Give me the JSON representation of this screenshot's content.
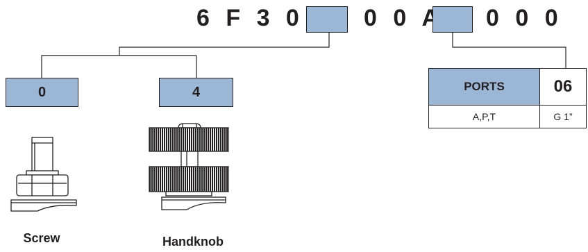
{
  "code": {
    "prefix": "6 F 3 0 0",
    "middle": "0 0 A",
    "suffix": "0 0 0"
  },
  "options": [
    {
      "value": "0",
      "caption": "Screw"
    },
    {
      "value": "4",
      "caption": "Handknob"
    }
  ],
  "ports_table": {
    "header_label": "PORTS",
    "header_value": "06",
    "row_label": "A,P,T",
    "row_value": "G 1”"
  },
  "colors": {
    "box_fill": "#9cb6d6",
    "line": "#231f20"
  }
}
